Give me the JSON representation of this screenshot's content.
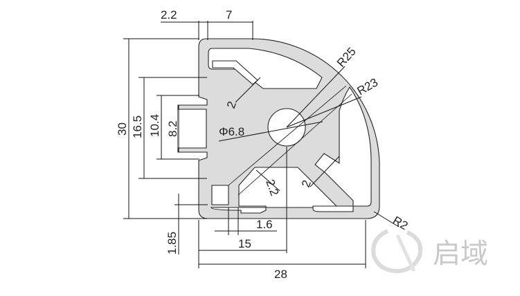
{
  "dimensions": {
    "top_2_2": "2.2",
    "top_7": "7",
    "height_30": "30",
    "height_16_5": "16.5",
    "height_10_4": "10.4",
    "height_8_2": "8.2",
    "radius_r25": "R25",
    "radius_r23": "R23",
    "hole_dia": "Φ6.8",
    "wall_2_upper": "2",
    "wall_2_2_diag": "2.2",
    "wall_2_right": "2",
    "width_1_6": "1.6",
    "width_15": "15",
    "width_28": "28",
    "height_1_85": "1.85",
    "corner_radius": "R2"
  },
  "watermark": {
    "text": "启域"
  },
  "colors": {
    "profile_fill": "#dcdcdc",
    "outline": "#222222",
    "watermark": "#c9c9c9"
  }
}
